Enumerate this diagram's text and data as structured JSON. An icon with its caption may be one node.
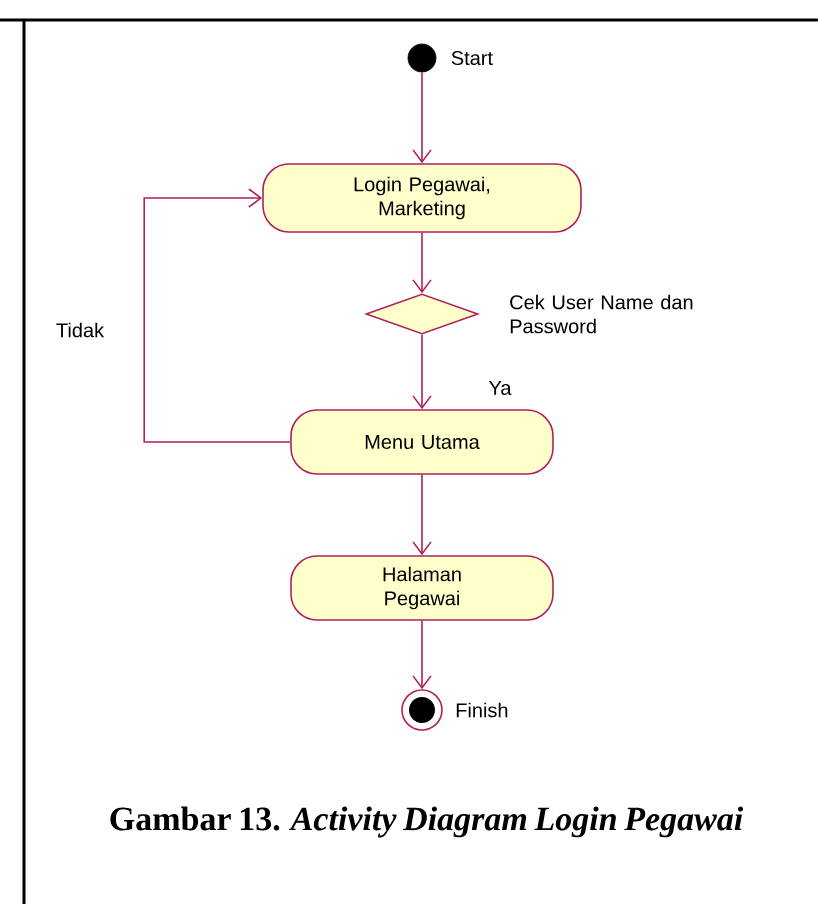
{
  "diagram": {
    "caption": "Gambar 13. *Activity Diagram Login Pegawai*",
    "nodes": [
      {
        "text": [],
        "shape": "circle",
        "beside": [
          "Start"
        ]
      },
      {
        "text": [
          "Login Pegawai, Marketing"
        ]
      },
      {
        "text": [],
        "shape": "diamond",
        "beside": [
          "Cek User Name dan Password"
        ]
      },
      {
        "text": [
          "Menu Utama"
        ]
      },
      {
        "text": [
          "Halaman Pegawai"
        ]
      },
      {
        "text": [],
        "shape": "bullseye",
        "beside": [
          "Finish"
        ]
      }
    ],
    "edges": [
      {
        "from": 0,
        "to": 1,
        "arrow": "to"
      },
      {
        "from": 1,
        "to": 2,
        "arrow": "to"
      },
      {
        "from": 2,
        "to": 3,
        "arrow": "to",
        "label": "Ya"
      },
      {
        "from": 3,
        "to": 1,
        "arrow": "to",
        "label": "Tidak"
      },
      {
        "from": 3,
        "to": 4,
        "arrow": "to"
      },
      {
        "from": 4,
        "to": 5,
        "arrow": "to"
      }
    ]
  }
}
